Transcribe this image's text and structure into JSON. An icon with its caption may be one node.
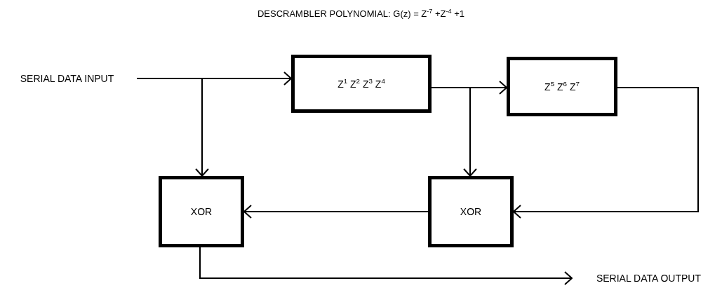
{
  "diagram": {
    "title": "DESCRAMBLER POLYNOMIAL: G(z) = Z$^{-7}$ +Z$^{-4}$ +1",
    "nodes": [
      {
        "text": [
          "SERIAL DATA INPUT"
        ]
      },
      {
        "text": [
          "Z$^{1}$ Z$^{2}$ Z$^{3}$ Z$^{4}$"
        ]
      },
      {
        "text": [
          "Z$^{5}$ Z$^{6}$ Z$^{7}$"
        ]
      },
      {
        "text": [
          "XOR"
        ]
      },
      {
        "text": [
          "XOR"
        ]
      },
      {
        "text": [
          "SERIAL DATA OUTPUT"
        ]
      }
    ],
    "edges": [
      {
        "from": 0,
        "to": 1,
        "arrow": "to"
      },
      {
        "from": 0,
        "to": 3,
        "arrow": "to"
      },
      {
        "from": 1,
        "to": 2,
        "arrow": "to"
      },
      {
        "from": 1,
        "to": 4,
        "arrow": "to"
      },
      {
        "from": 2,
        "to": 4,
        "arrow": "to"
      },
      {
        "from": 4,
        "to": 3,
        "arrow": "to"
      },
      {
        "from": 3,
        "to": 5,
        "arrow": "to"
      }
    ]
  }
}
